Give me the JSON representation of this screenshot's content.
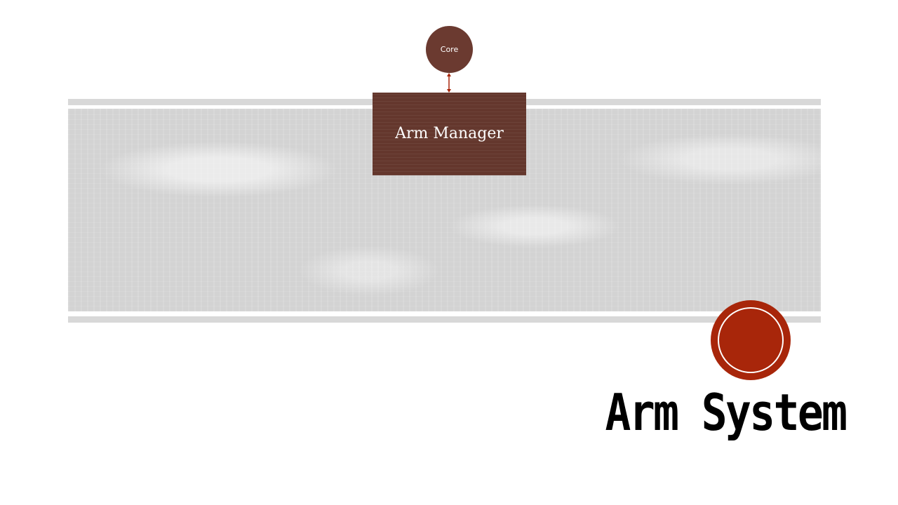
{
  "diagram": {
    "core_label": "Core",
    "manager_label": "Arm Manager"
  },
  "slide": {
    "title": "Arm System"
  },
  "colors": {
    "node_fill": "#64372d",
    "accent_red": "#a8260a",
    "band_grey": "#d3d3d3",
    "arrow": "#a8260a"
  }
}
